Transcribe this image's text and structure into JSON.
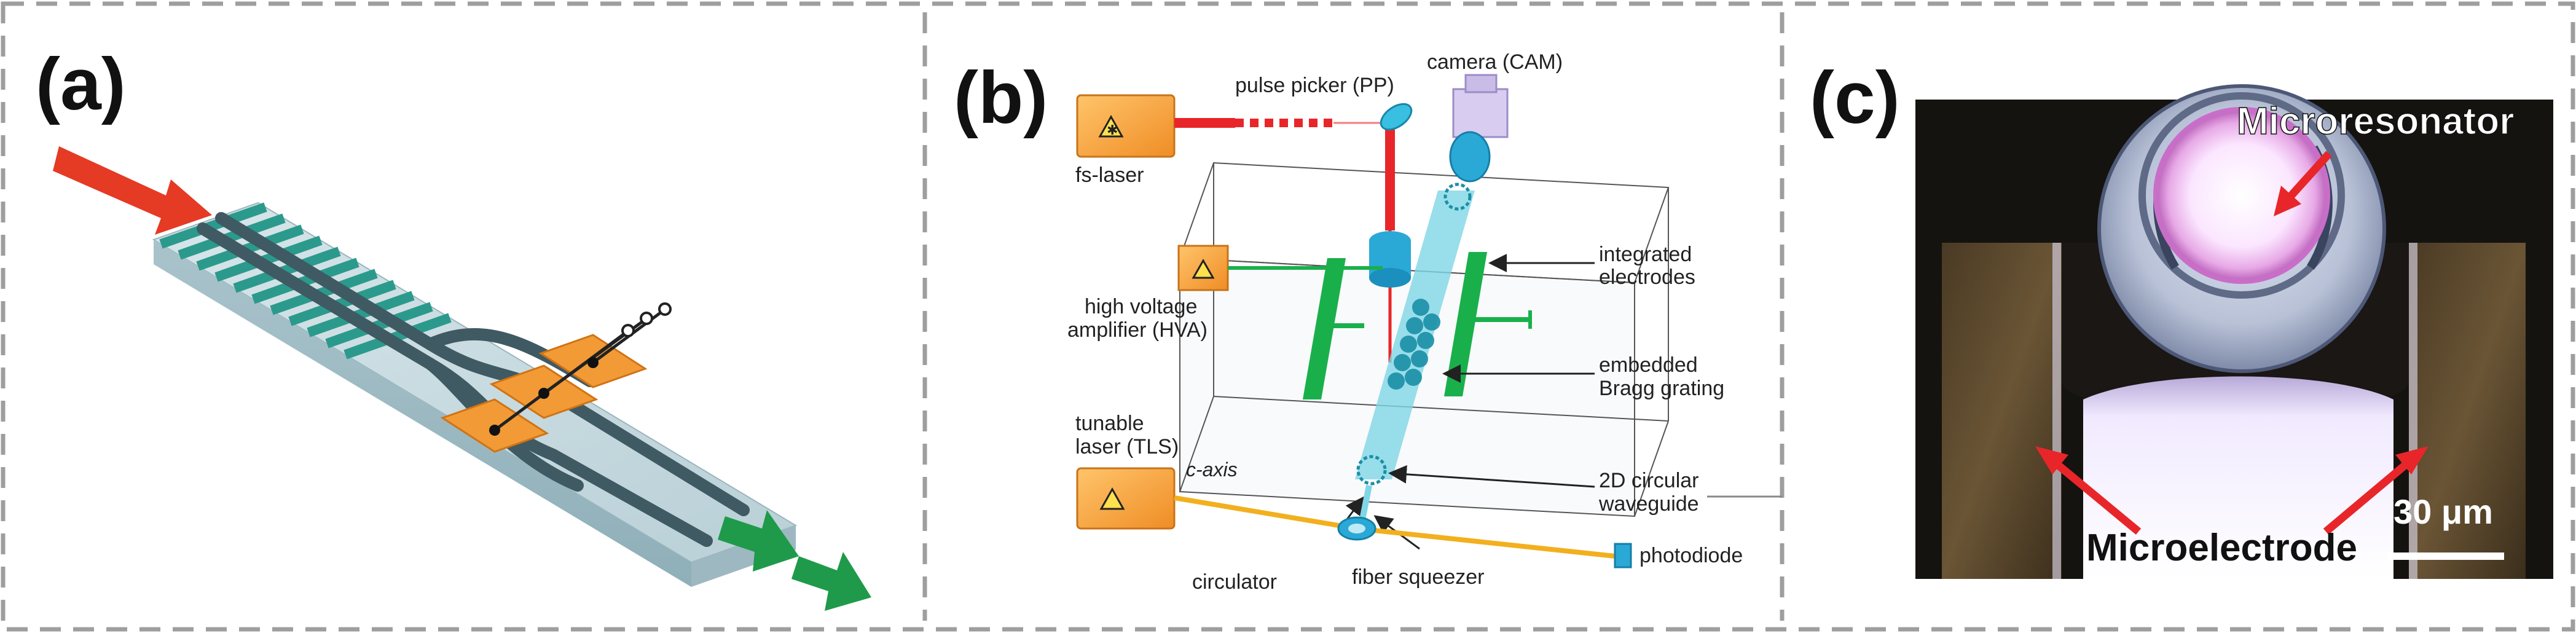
{
  "panels": [
    {
      "label": "(a)"
    },
    {
      "label": "(b)"
    },
    {
      "label": "(c)"
    }
  ],
  "panel_b": {
    "fs_laser": "fs-laser",
    "pulse_picker": "pulse picker (PP)",
    "camera": "camera (CAM)",
    "hva_line1": "high voltage",
    "hva_line2": "amplifier (HVA)",
    "electrodes_line1": "integrated",
    "electrodes_line2": "electrodes",
    "bragg_line1": "embedded",
    "bragg_line2": "Bragg grating",
    "tls_line1": "tunable",
    "tls_line2": "laser (TLS)",
    "c_axis": "c-axis",
    "waveguide_line1": "2D circular",
    "waveguide_line2": "waveguide",
    "circulator": "circulator",
    "fiber_squeezer": "fiber squeezer",
    "photodiode": "photodiode"
  },
  "panel_c": {
    "microresonator": "Microresonator",
    "microelectrode": "Microelectrode",
    "scale_bar": "30 μm"
  },
  "colors": {
    "border_dash": "#9e9e9e",
    "arrow_red": "#e53a24",
    "arrow_green": "#1f9a4a",
    "electrode_orange": "#f29a36",
    "waveguide_teal": "#2b9a8c",
    "beam_red": "#e8262a",
    "beam_cyan": "#7fd6e6",
    "electrode_green": "#19b04b",
    "fiber_yellow": "#f2b01e"
  }
}
